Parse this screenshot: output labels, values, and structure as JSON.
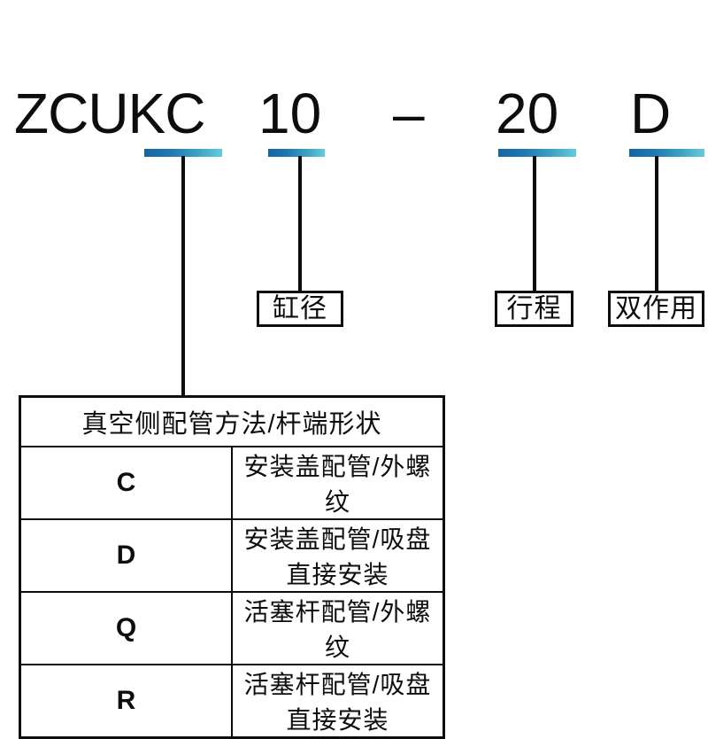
{
  "model_code": {
    "segments": [
      {
        "id": "series",
        "text": "ZCUKC"
      },
      {
        "id": "bore",
        "text": "10"
      },
      {
        "id": "separator",
        "text": "–"
      },
      {
        "id": "stroke",
        "text": "20"
      },
      {
        "id": "action",
        "text": "D"
      }
    ]
  },
  "callout_boxes": [
    {
      "id": "bore-label",
      "text": "缸径"
    },
    {
      "id": "stroke-label",
      "text": "行程"
    },
    {
      "id": "action-label",
      "text": "双作用"
    }
  ],
  "options_table": {
    "header": "真空侧配管方法/杆端形状",
    "rows": [
      {
        "code": "C",
        "description": "安装盖配管/外螺纹"
      },
      {
        "code": "D",
        "description": "安装盖配管/吸盘直接安装"
      },
      {
        "code": "Q",
        "description": "活塞杆配管/外螺纹"
      },
      {
        "code": "R",
        "description": "活塞杆配管/吸盘直接安装"
      }
    ]
  },
  "colors": {
    "underline_gradient_start": "#1565a0",
    "underline_gradient_end": "#66cbd9",
    "line": "#0d0d0d",
    "background": "#ffffff"
  }
}
